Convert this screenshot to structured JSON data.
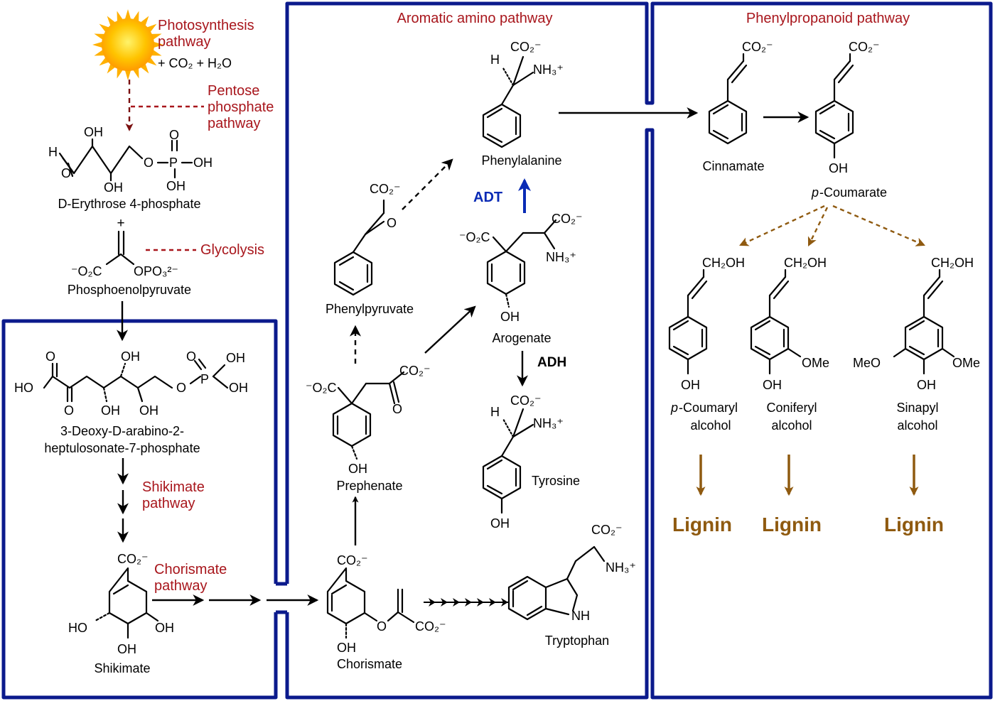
{
  "sections": {
    "aromatic": "Aromatic amino pathway",
    "phenylpropanoid": "Phenylpropanoid pathway"
  },
  "pathways": {
    "photosynthesis_1": "Photosynthesis",
    "photosynthesis_2": "pathway",
    "pentose_1": "Pentose",
    "pentose_2": "phosphate",
    "pentose_3": "pathway",
    "glycolysis": "Glycolysis",
    "shikimate_1": "Shikimate",
    "shikimate_2": "pathway",
    "chorismate_1": "Chorismate",
    "chorismate_2": "pathway"
  },
  "reactants": {
    "co2_h2o": "+ CO₂ + H₂O",
    "plus": "+"
  },
  "compounds": {
    "erythrose": "D-Erythrose 4-phosphate",
    "pep": "Phosphoenolpyruvate",
    "dahp_1": "3-Deoxy-D-arabino-2-",
    "dahp_2": "heptulosonate-7-phosphate",
    "shikimate": "Shikimate",
    "chorismate": "Chorismate",
    "prephenate": "Prephenate",
    "phenylpyruvate": "Phenylpyruvate",
    "arogenate": "Arogenate",
    "phenylalanine": "Phenylalanine",
    "tyrosine": "Tyrosine",
    "tryptophan": "Tryptophan",
    "cinnamate": "Cinnamate",
    "p_coumarate": "-Coumarate",
    "p_coumaryl_1": "-Coumaryl",
    "p_coumaryl_2": "alcohol",
    "coniferyl_1": "Coniferyl",
    "coniferyl_2": "alcohol",
    "sinapyl_1": "Sinapyl",
    "sinapyl_2": "alcohol",
    "p_prefix": "p"
  },
  "enzymes": {
    "adt": "ADT",
    "adh": "ADH"
  },
  "products": {
    "lignin": "Lignin"
  },
  "groups": {
    "oh": "OH",
    "ho": "HO",
    "h": "H",
    "o": "O",
    "p": "P",
    "ome": "OMe",
    "meo": "MeO",
    "co2": "CO₂⁻",
    "o2c": "⁻O₂C",
    "nh3": "NH₃⁺",
    "ch2oh": "CH₂OH",
    "nh": "NH",
    "opo3": "OPO₃²⁻",
    "o2c_pep": "⁻O₂C"
  },
  "colors": {
    "frame": "#0b1a8c",
    "pathway_red": "#a8161c",
    "enzyme_blue": "#0a2bb5",
    "lignin_brown": "#8f5a10"
  }
}
